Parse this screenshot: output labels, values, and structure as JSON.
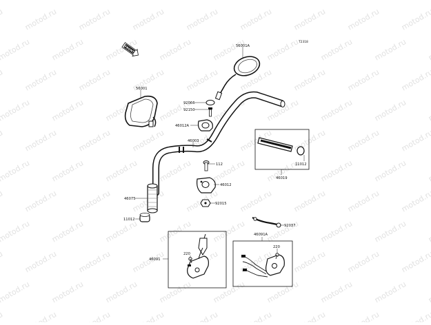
{
  "drawing_id": "T2318",
  "front_marker": "FRONT",
  "watermark": "motod.ru",
  "labels": {
    "mirror_right": "56001A",
    "mirror_left": "56001",
    "part_92066": "92066",
    "part_92150": "92150",
    "holder_upper": "46012A",
    "handlebar": "46003",
    "bolt_112": "112",
    "holder_lower": "46012",
    "nut_92015": "92015",
    "throttle_grip": "46019",
    "grip_end_right": "11012",
    "grip_left": "46075",
    "grip_end_left": "11012",
    "clamp_92037": "92037",
    "switch_right": "46091A",
    "screw_right": "220",
    "switch_left": "46091",
    "screw_left": "220"
  }
}
